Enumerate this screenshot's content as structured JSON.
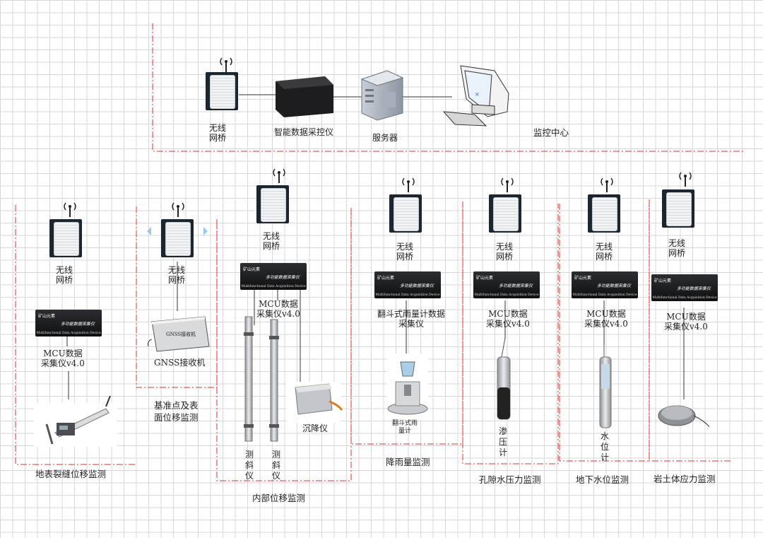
{
  "center": {
    "bridge_label": "无线\n网桥",
    "controller_label": "智能数据采控仪",
    "server_label": "服务器",
    "title": "监控中心"
  },
  "device": {
    "logo": "矿山元素",
    "name_cn": "多功能数据采集仪",
    "name_en": "Multifunctional Data Acquisition Device"
  },
  "sections": {
    "s1": {
      "bridge_label": "无线\n网桥",
      "daq_label": "MCU数据\n采集仪v4.0",
      "title": "地表裂缝位移监测"
    },
    "s2": {
      "bridge_label": "无线\n网桥",
      "gnss_label": "GNSS接收机",
      "gnss_panel_text": "GNSS接收机",
      "title": "基准点及表\n面位移监测"
    },
    "s3": {
      "bridge_label": "无线\n网桥",
      "daq_label": "MCU数据\n采集仪v4.0",
      "incl1_label": "测\n斜\n仪",
      "incl2_label": "测\n斜\n仪",
      "settle_label": "沉降仪",
      "title": "内部位移监测"
    },
    "s4": {
      "bridge_label": "无线\n网桥",
      "daq_label": "翻斗式雨量计数据\n采集仪",
      "gauge_label": "翻斗式雨\n量计",
      "title": "降雨量监测"
    },
    "s5": {
      "bridge_label": "无线\n网桥",
      "daq_label": "MCU数据\n采集仪v4.0",
      "sensor_label": "渗\n压\n计",
      "title": "孔隙水压力监测"
    },
    "s6": {
      "bridge_label": "无线\n网桥",
      "daq_label": "MCU数据\n采集仪v4.0",
      "sensor_label": "水\n位\n计",
      "title": "地下水位监测"
    },
    "s7": {
      "bridge_label": "无线\n网桥",
      "daq_label": "MCU数据\n采集仪v4.0",
      "title": "岩土体应力监测"
    }
  }
}
